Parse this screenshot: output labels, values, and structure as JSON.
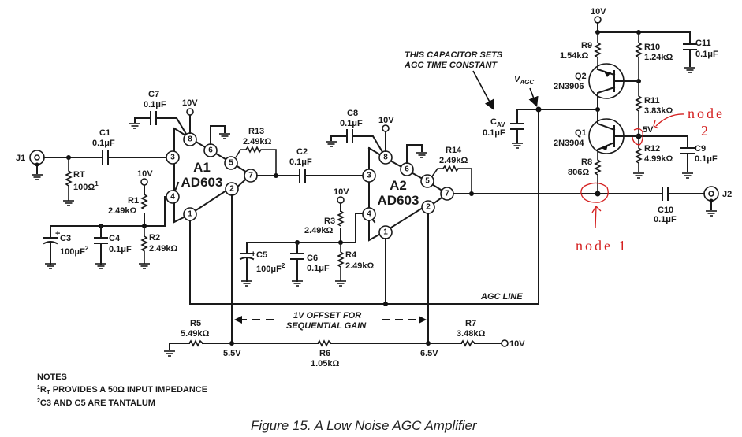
{
  "figure": {
    "caption": "Figure 15.  A Low Noise AGC Amplifier",
    "notes_title": "NOTES",
    "notes": [
      {
        "mark": "1",
        "text_prefix": "R",
        "text_sub": "T",
        "text": " PROVIDES A 50Ω INPUT IMPEDANCE"
      },
      {
        "mark": "2",
        "text": "C3 AND C5 ARE TANTALUM"
      }
    ]
  },
  "connectors": {
    "j1": "J1",
    "j2": "J2"
  },
  "supply": {
    "v10": "10V"
  },
  "amplifiers": [
    {
      "ref": "A1",
      "part": "AD603",
      "pins": [
        "8",
        "6",
        "5",
        "7",
        "3",
        "4",
        "2",
        "1"
      ]
    },
    {
      "ref": "A2",
      "part": "AD603",
      "pins": [
        "8",
        "6",
        "5",
        "7",
        "3",
        "4",
        "2",
        "1"
      ]
    }
  ],
  "transistors": [
    {
      "ref": "Q2",
      "part": "2N3906"
    },
    {
      "ref": "Q1",
      "part": "2N3904"
    }
  ],
  "resistors": {
    "rt": {
      "ref": "RT",
      "value": "100Ω",
      "sup": "1"
    },
    "r1": {
      "ref": "R1",
      "value": "2.49kΩ"
    },
    "r2": {
      "ref": "R2",
      "value": "2.49kΩ"
    },
    "r3": {
      "ref": "R3",
      "value": "2.49kΩ"
    },
    "r4": {
      "ref": "R4",
      "value": "2.49kΩ"
    },
    "r5": {
      "ref": "R5",
      "value": "5.49kΩ"
    },
    "r6": {
      "ref": "R6",
      "value": "1.05kΩ"
    },
    "r7": {
      "ref": "R7",
      "value": "3.48kΩ"
    },
    "r8": {
      "ref": "R8",
      "value": "806Ω"
    },
    "r9": {
      "ref": "R9",
      "value": "1.54kΩ"
    },
    "r10": {
      "ref": "R10",
      "value": "1.24kΩ"
    },
    "r11": {
      "ref": "R11",
      "value": "3.83kΩ"
    },
    "r12": {
      "ref": "R12",
      "value": "4.99kΩ"
    },
    "r13": {
      "ref": "R13",
      "value": "2.49kΩ"
    },
    "r14": {
      "ref": "R14",
      "value": "2.49kΩ"
    }
  },
  "capacitors": {
    "c1": {
      "ref": "C1",
      "value": "0.1μF"
    },
    "c2": {
      "ref": "C2",
      "value": "0.1μF"
    },
    "c3": {
      "ref": "C3",
      "value": "100μF",
      "sup": "2"
    },
    "c4": {
      "ref": "C4",
      "value": "0.1μF"
    },
    "c5": {
      "ref": "C5",
      "value": "100μF",
      "sup": "2"
    },
    "c6": {
      "ref": "C6",
      "value": "0.1μF"
    },
    "c7": {
      "ref": "C7",
      "value": "0.1μF"
    },
    "c8": {
      "ref": "C8",
      "value": "0.1μF"
    },
    "c9": {
      "ref": "C9",
      "value": "0.1μF"
    },
    "c10": {
      "ref": "C10",
      "value": "0.1μF"
    },
    "c11": {
      "ref": "C11",
      "value": "0.1μF"
    },
    "cav": {
      "ref": "C",
      "sub": "AV",
      "value": "0.1μF"
    }
  },
  "annotations": {
    "cap_note_line1": "THIS CAPACITOR SETS",
    "cap_note_line2": "AGC TIME CONSTANT",
    "vagc": "V",
    "vagc_sub": "AGC",
    "agc_line": "AGC LINE",
    "offset_line1": "1V OFFSET FOR",
    "offset_line2": "SEQUENTIAL GAIN",
    "v55": "5.5V",
    "v65": "6.5V",
    "v5": "5V"
  },
  "handwritten": {
    "color": "#d42020",
    "node1": "node  1",
    "node2_line1": "node",
    "node2_line2": "2"
  }
}
